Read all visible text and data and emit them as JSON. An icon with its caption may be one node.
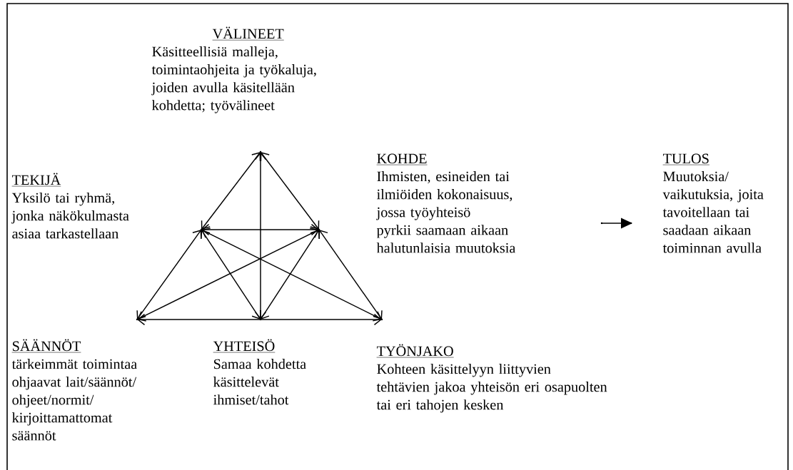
{
  "diagram": {
    "nodes": [
      {
        "text": [
          "VÄLINEET",
          "Käsitteellisiä malleja, toimintaohjeita ja työkaluja, joiden avulla käsitellään kohdetta; työvälineet"
        ]
      },
      {
        "text": [
          "TEKIJÄ",
          "Yksilö tai ryhmä, jonka näkökulmasta asiaa tarkastellaan"
        ]
      },
      {
        "text": [
          "KOHDE",
          "Ihmisten, esineiden tai ilmiöiden kokonaisuus, jossa työyhteisö pyrkii saamaan aikaan halutunlaisia muutoksia"
        ]
      },
      {
        "text": [
          "TULOS",
          "Muutoksia/ vaikutuksia, joita tavoitellaan tai saadaan aikaan toiminnan avulla"
        ]
      },
      {
        "text": [
          "SÄÄNNÖT",
          "tärkeimmät toimintaa ohjaavat lait/säännöt/ ohjeet/normit/ kirjoittamattomat säännöt"
        ]
      },
      {
        "text": [
          "YHTEISÖ",
          "Samaa kohdetta käsittelevät ihmiset/tahot"
        ]
      },
      {
        "text": [
          "TYÖNJAKO",
          "Kohteen käsittelyyn liittyvien tehtävien jakoa yhteisön eri osapuolten tai eri tahojen kesken"
        ]
      }
    ],
    "edges": [
      {
        "from": 0,
        "to": 1,
        "arrow": "both"
      },
      {
        "from": 0,
        "to": 2,
        "arrow": "both"
      },
      {
        "from": 0,
        "to": 5,
        "arrow": "both"
      },
      {
        "from": 1,
        "to": 2,
        "arrow": "both"
      },
      {
        "from": 1,
        "to": 4,
        "arrow": "both"
      },
      {
        "from": 1,
        "to": 5,
        "arrow": "both"
      },
      {
        "from": 1,
        "to": 6,
        "arrow": "both"
      },
      {
        "from": 2,
        "to": 6,
        "arrow": "both"
      },
      {
        "from": 2,
        "to": 5,
        "arrow": "both"
      },
      {
        "from": 2,
        "to": 4,
        "arrow": "both"
      },
      {
        "from": 4,
        "to": 6,
        "arrow": "both"
      },
      {
        "from": 2,
        "to": 3,
        "arrow": "to"
      }
    ]
  }
}
